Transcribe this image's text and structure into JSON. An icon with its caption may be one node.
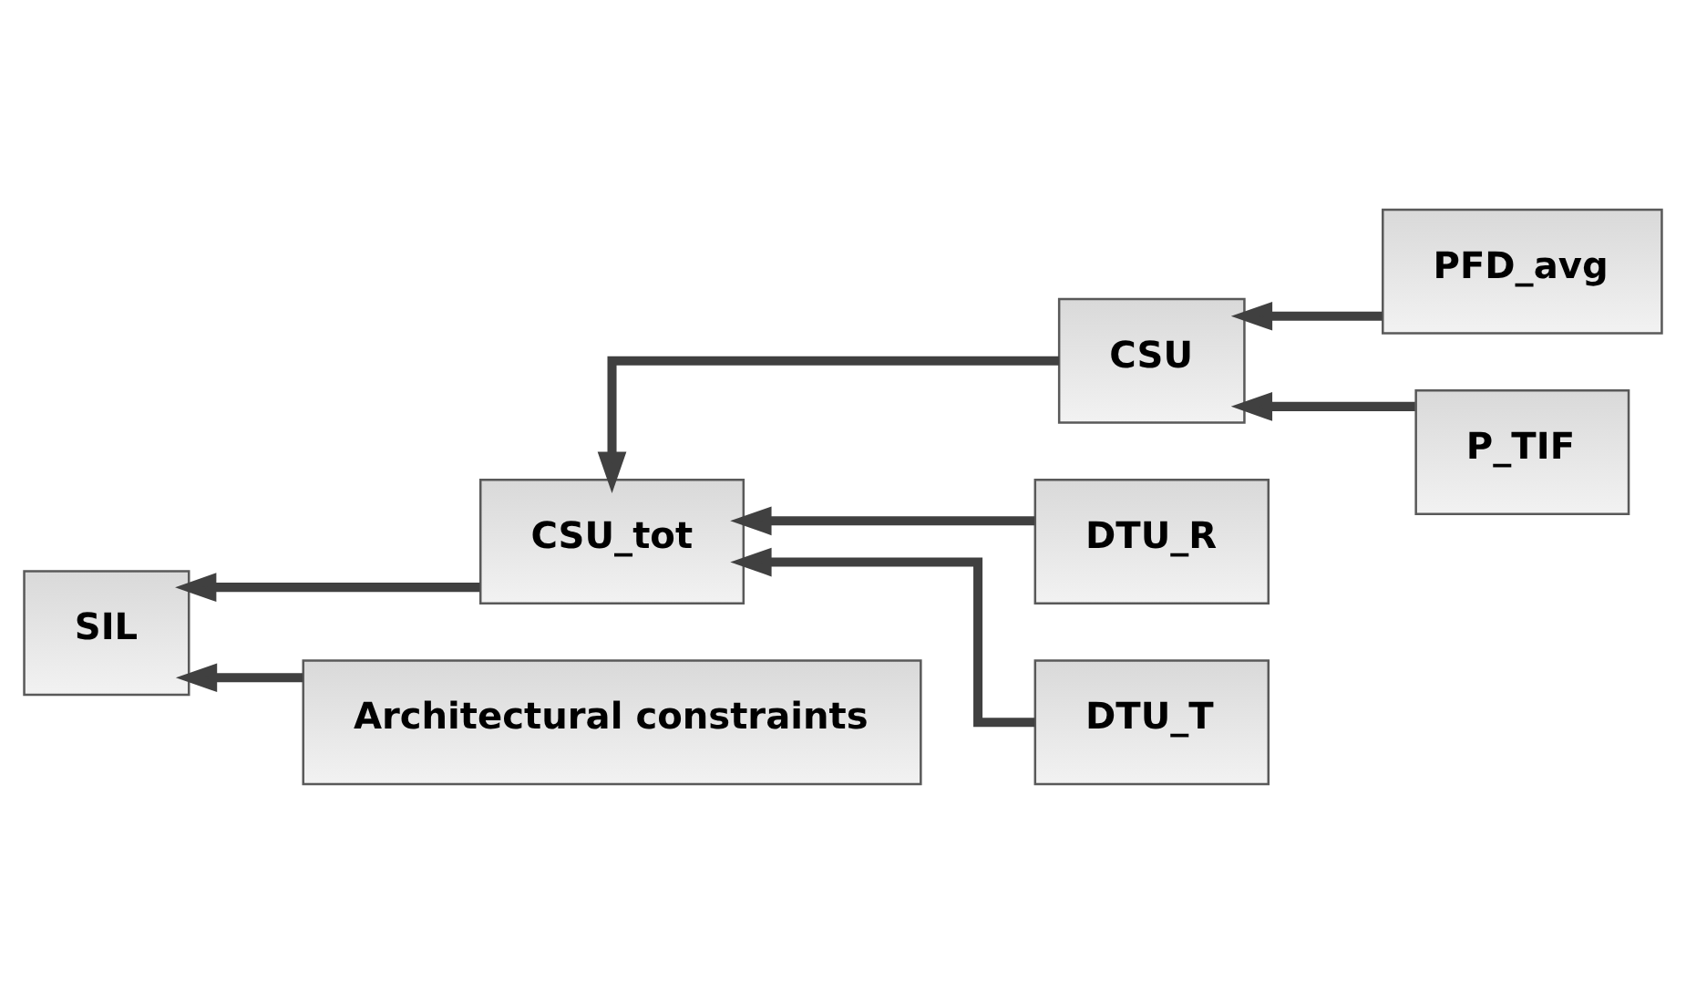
{
  "diagram": {
    "nodes": [
      {
        "text": [
          "SIL"
        ]
      },
      {
        "text": [
          "CSU_tot"
        ]
      },
      {
        "text": [
          "Architectural constraints"
        ]
      },
      {
        "text": [
          "CSU"
        ]
      },
      {
        "text": [
          "DTU_R"
        ]
      },
      {
        "text": [
          "DTU_T"
        ]
      },
      {
        "text": [
          "PFD_avg"
        ]
      },
      {
        "text": [
          "P_TIF"
        ]
      }
    ],
    "edges": [
      {
        "from": 1,
        "to": 0,
        "arrow": "to"
      },
      {
        "from": 2,
        "to": 0,
        "arrow": "to"
      },
      {
        "from": 3,
        "to": 1,
        "arrow": "to"
      },
      {
        "from": 4,
        "to": 1,
        "arrow": "to"
      },
      {
        "from": 5,
        "to": 1,
        "arrow": "to"
      },
      {
        "from": 6,
        "to": 3,
        "arrow": "to"
      },
      {
        "from": 7,
        "to": 3,
        "arrow": "to"
      }
    ]
  }
}
